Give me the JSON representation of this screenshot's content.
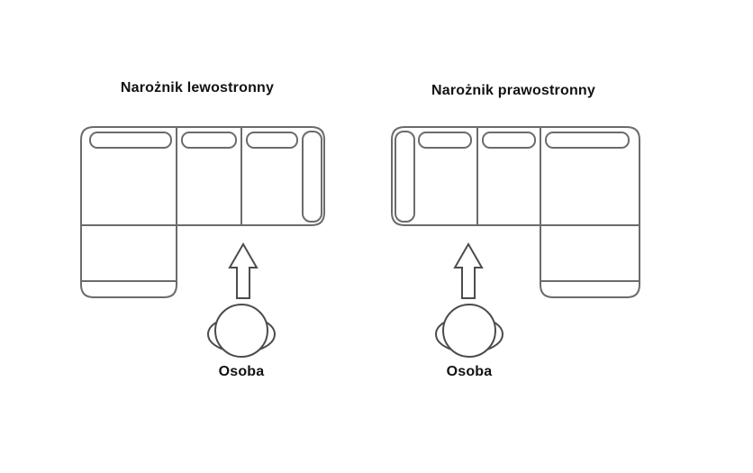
{
  "page": {
    "background_color": "#ffffff"
  },
  "colors": {
    "sofa_outline": "#6b6b6b",
    "figure_outline": "#4c4c4c",
    "text": "#121212"
  },
  "diagrams": {
    "left": {
      "title": "Narożnik lewostronny",
      "person_label": "Osoba"
    },
    "right": {
      "title": "Narożnik prawostronny",
      "person_label": "Osoba"
    }
  }
}
